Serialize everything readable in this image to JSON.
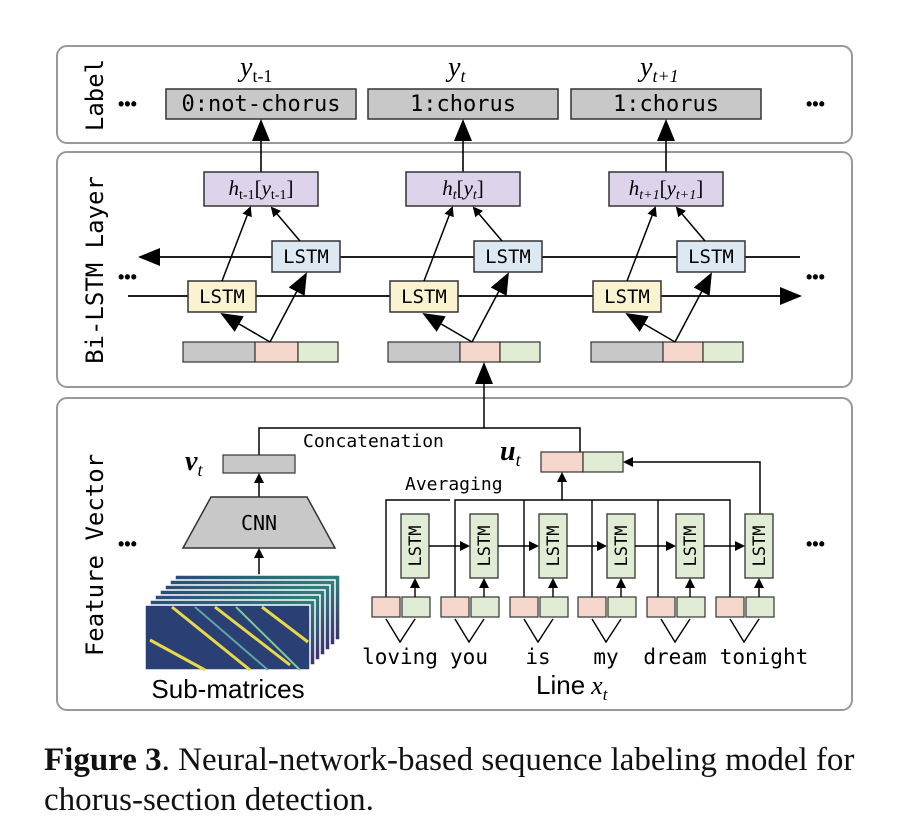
{
  "panels": {
    "label": "Label",
    "bilstm": "Bi-LSTM Layer",
    "feature": "Feature Vector"
  },
  "ellipsis": "•••",
  "outputs": [
    "0:not-chorus",
    "1:chorus",
    "1:chorus"
  ],
  "y_labels": [
    {
      "base": "y",
      "sub": "t-1"
    },
    {
      "base": "y",
      "sub": "t"
    },
    {
      "base": "y",
      "sub": "t+1"
    }
  ],
  "hidden_labels": [
    {
      "h": "h",
      "hs": "t-1",
      "y": "y",
      "ys": "t-1"
    },
    {
      "h": "h",
      "hs": "t",
      "y": "y",
      "ys": "t"
    },
    {
      "h": "h",
      "hs": "t+1",
      "y": "y",
      "ys": "t+1"
    }
  ],
  "lstm_label": "LSTM",
  "cnn_label": "CNN",
  "concatenation": "Concatenation",
  "averaging": "Averaging",
  "v_label": {
    "base": "v",
    "sub": "t"
  },
  "u_label": {
    "base": "u",
    "sub": "t"
  },
  "words": [
    "loving",
    "you",
    "is",
    "my",
    "dream",
    "tonight"
  ],
  "submatrices": "Sub-matrices",
  "line_label": {
    "text": "Line",
    "var": "x",
    "sub": "t"
  },
  "caption": {
    "bold": "Figure 3",
    "text": ". Neural-network-based sequence labeling model for chorus-section detection."
  },
  "colors": {
    "panel_border": "#999999",
    "gray_box": "#c8c8c8",
    "purple_box": "#ddd4ec",
    "blue_box": "#dce9f3",
    "yellow_box": "#faf3d2",
    "pink_box": "#f6d7cc",
    "green_box": "#e1ecd4"
  }
}
